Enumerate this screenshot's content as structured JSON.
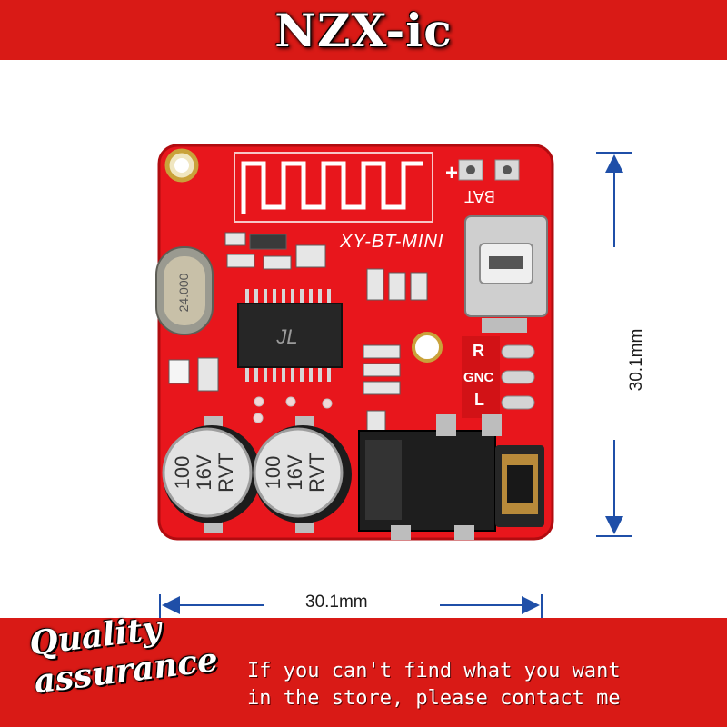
{
  "brand": {
    "name": "NZX-ic"
  },
  "board": {
    "model_label": "XY-BT-MINI",
    "bat_label": "BAT",
    "pins": [
      "R",
      "GNC",
      "L"
    ],
    "crystal_label": "24.000",
    "chip_marking": "JL",
    "capacitors": [
      {
        "value": "100",
        "voltage": "16V",
        "brand": "RVT"
      },
      {
        "value": "100",
        "voltage": "16V",
        "brand": "RVT"
      }
    ]
  },
  "dimensions": {
    "width": "30.1mm",
    "height": "30.1mm"
  },
  "badge": {
    "line1": "Quality",
    "line2": "assurance"
  },
  "contact": {
    "line1": "If you can't find what you want",
    "line2": "in the store, please contact me"
  },
  "colors": {
    "banner": "#d91a16",
    "pcb": "#e8161c",
    "solder": "#dcdcdc",
    "dimension_arrow": "#1f4fa8"
  }
}
